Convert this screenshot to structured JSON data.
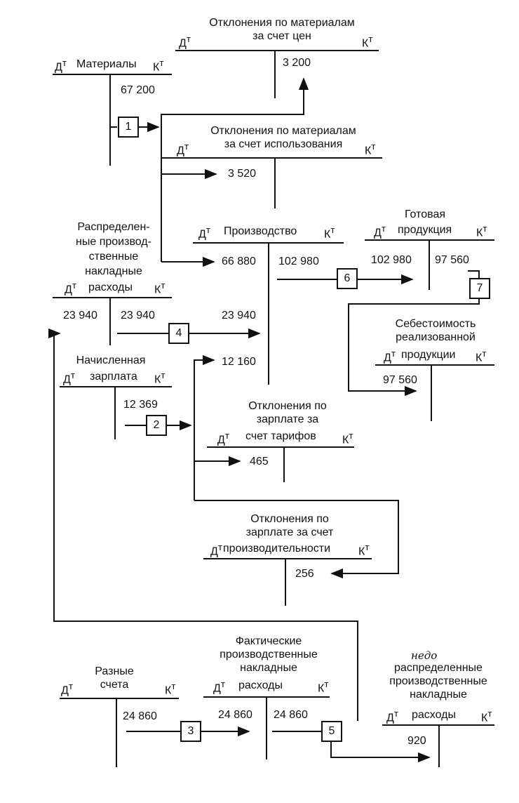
{
  "debit": "Д",
  "credit": "К",
  "sup": "т",
  "accounts": {
    "materials": {
      "name": "Материалы",
      "credit_amount": "67 200"
    },
    "dev_mat_price": {
      "name": "Отклонения по материалам\nза счет цен",
      "credit_amount": "3 200"
    },
    "dev_mat_use": {
      "name": "Отклонения по материалам\nза счет использования",
      "debit_amount": "3 520"
    },
    "production": {
      "name": "Производство",
      "debit_1": "66 880",
      "debit_2": "23 940",
      "debit_3": "12 160",
      "credit_amount": "102 980"
    },
    "finished": {
      "name_line1": "Готовая",
      "name_line2": "продукция",
      "debit_amount": "102 980",
      "credit_amount": "97 560"
    },
    "distributed_oh": {
      "name": "Распределен-\nные производ-\nственные\nнакладные",
      "name_last": "расходы",
      "debit_amount": "23 940",
      "credit_amount": "23 940"
    },
    "cogs": {
      "name": "Себестоимость\nреализованной",
      "name_last": "продукции",
      "debit_amount": "97 560"
    },
    "wages": {
      "name": "Начисленная",
      "name_last": "зарплата",
      "credit_amount": "12 369"
    },
    "dev_wage_rate": {
      "name": "Отклонения по\nзарплате за",
      "name_last": "счет тарифов",
      "debit_amount": "465"
    },
    "dev_wage_prod": {
      "name": "Отклонения по\nзарплате за счет",
      "name_last": "производительности",
      "debit_amount": "256"
    },
    "various": {
      "name": "Разные\nсчета",
      "credit_amount": "24 860"
    },
    "actual_oh": {
      "name": "Фактические\nпроизводственные\nнакладные",
      "name_last": "расходы",
      "debit_amount": "24 860",
      "credit_amount": "24 860"
    },
    "underdist_oh": {
      "note": "недо",
      "name": "распределенные\nпроизводственные\nнакладные",
      "name_last": "расходы",
      "debit_amount": "920"
    }
  },
  "steps": [
    "1",
    "2",
    "3",
    "4",
    "5",
    "6",
    "7"
  ]
}
